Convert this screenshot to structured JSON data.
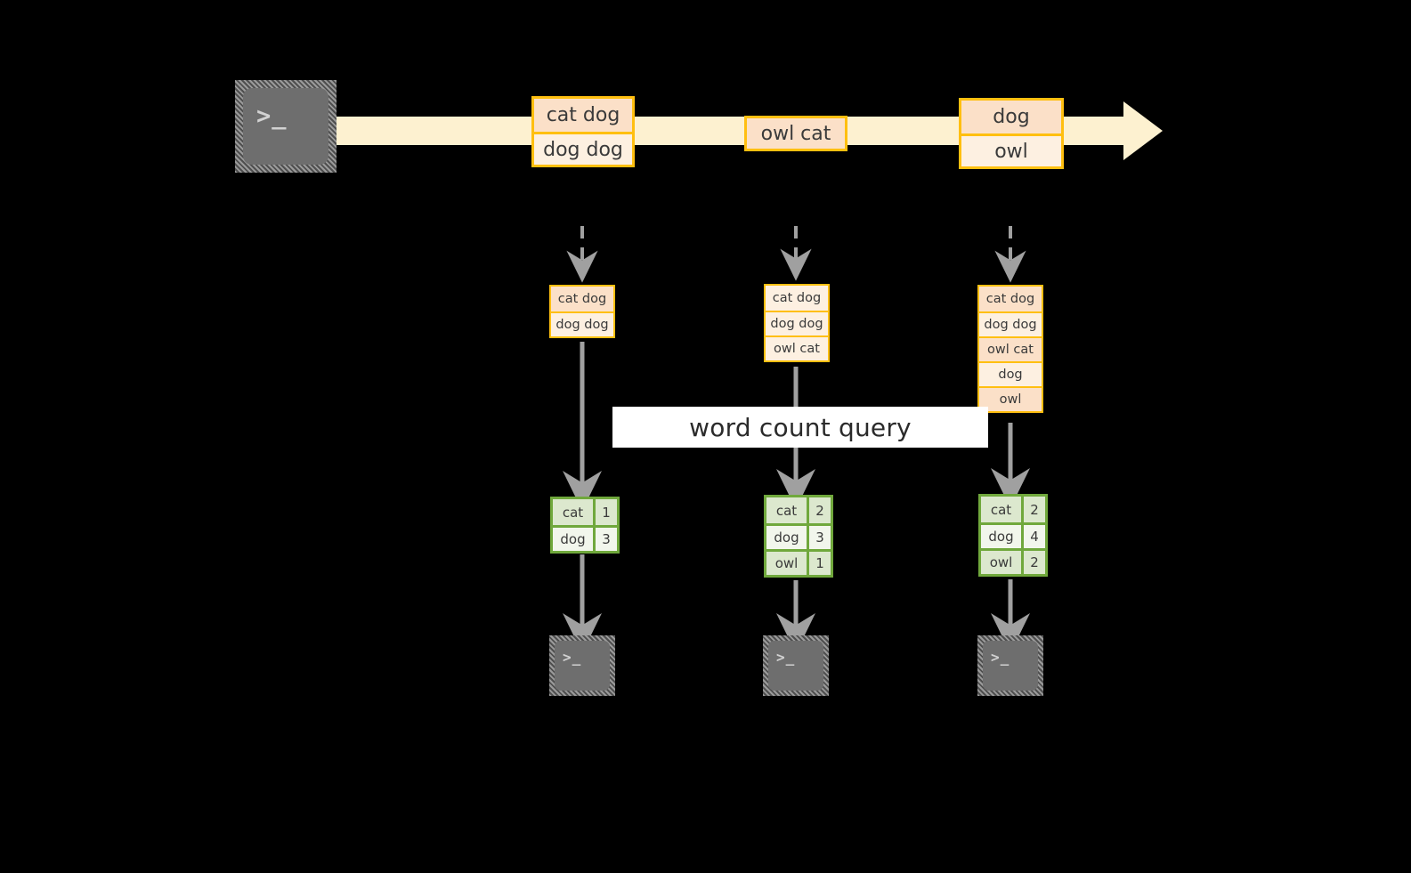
{
  "diagram": {
    "title": "word count query",
    "colors": {
      "background": "#000000",
      "record_border": "#FFBF10",
      "record_fill": "#FDF0E1",
      "record_fill_shade": "#FBE0C8",
      "stream_bar": "#FDF1D0",
      "result_border": "#70A83C",
      "result_fill": "#EDF3E6",
      "arrow": "#A0A0A0",
      "terminal_face": "#6E6E6E",
      "label_background": "#FFFFFF"
    }
  },
  "source": {
    "terminal_icon": "terminal-icon",
    "terminal_glyph": ">_"
  },
  "stream": {
    "direction": "left-to-right",
    "events": [
      {
        "id": "event-1",
        "lines": [
          "cat dog",
          "dog dog"
        ]
      },
      {
        "id": "event-2",
        "lines": [
          "owl cat"
        ]
      },
      {
        "id": "event-3",
        "lines": [
          "dog",
          "owl"
        ]
      }
    ]
  },
  "query_label": "word count query",
  "columns": [
    {
      "id": "column-1",
      "accumulated": [
        "cat dog",
        "dog dog"
      ],
      "result": {
        "rows": [
          {
            "word": "cat",
            "count": "1"
          },
          {
            "word": "dog",
            "count": "3"
          }
        ]
      },
      "sink_glyph": ">_"
    },
    {
      "id": "column-2",
      "accumulated": [
        "cat dog",
        "dog dog",
        "owl cat"
      ],
      "result": {
        "rows": [
          {
            "word": "cat",
            "count": "2"
          },
          {
            "word": "dog",
            "count": "3"
          },
          {
            "word": "owl",
            "count": "1"
          }
        ]
      },
      "sink_glyph": ">_"
    },
    {
      "id": "column-3",
      "accumulated": [
        "cat dog",
        "dog dog",
        "owl cat",
        "dog",
        "owl"
      ],
      "result": {
        "rows": [
          {
            "word": "cat",
            "count": "2"
          },
          {
            "word": "dog",
            "count": "4"
          },
          {
            "word": "owl",
            "count": "2"
          }
        ]
      },
      "sink_glyph": ">_"
    }
  ]
}
